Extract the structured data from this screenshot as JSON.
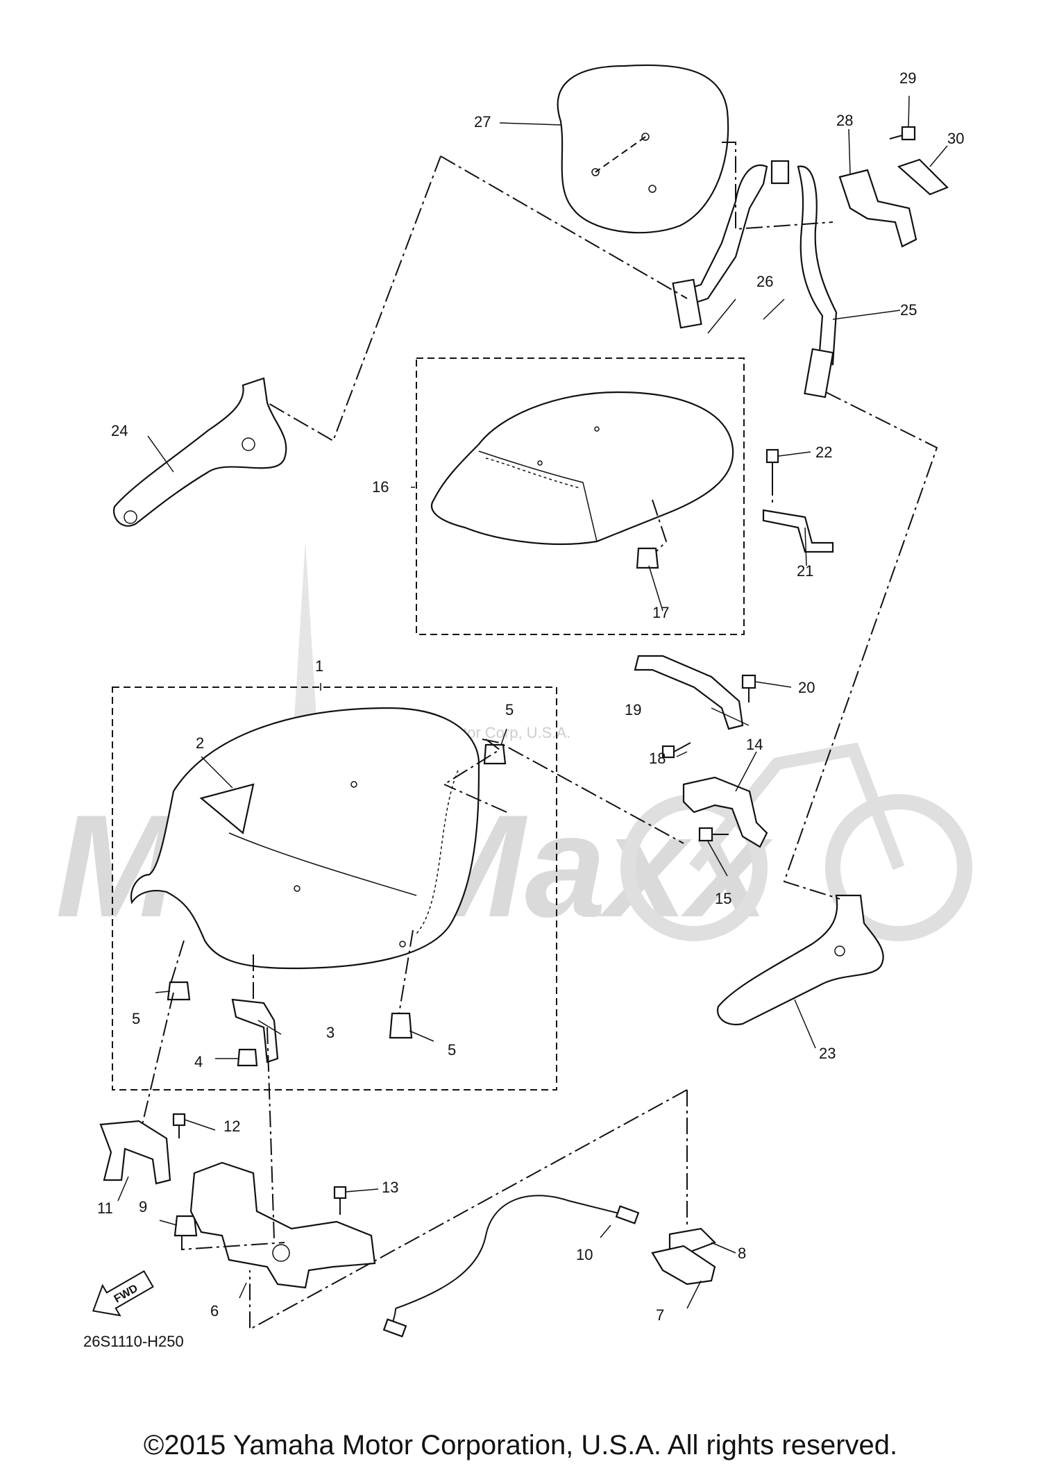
{
  "diagram": {
    "watermark_logo": "MotoMaxx",
    "watermark_text": "Yamaha Motor Corp, U.S.A.",
    "ref_code": "26S1110-H250",
    "fwd_label": "FWD",
    "copyright": "©2015 Yamaha Motor Corporation, U.S.A. All rights reserved.",
    "callouts": {
      "c1": "1",
      "c2": "2",
      "c3": "3",
      "c4": "4",
      "c5a": "5",
      "c5b": "5",
      "c5c": "5",
      "c6": "6",
      "c7": "7",
      "c8": "8",
      "c9": "9",
      "c10": "10",
      "c11": "11",
      "c12": "12",
      "c13": "13",
      "c14": "14",
      "c15": "15",
      "c16": "16",
      "c17": "17",
      "c18": "18",
      "c19": "19",
      "c20": "20",
      "c21": "21",
      "c22": "22",
      "c23": "23",
      "c24": "24",
      "c25": "25",
      "c26": "26",
      "c27": "27",
      "c28": "28",
      "c29": "29",
      "c30": "30"
    }
  }
}
